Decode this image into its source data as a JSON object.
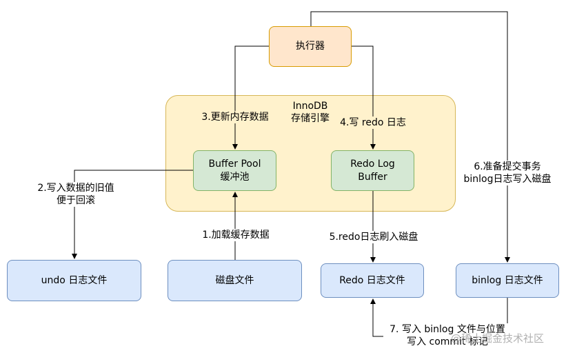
{
  "nodes": {
    "executor": "执行器",
    "innodb": "InnoDB\n存储引擎",
    "buffer_pool": "Buffer Pool\n缓冲池",
    "redo_log_buffer": "Redo Log\nBuffer",
    "undo_file": "undo 日志文件",
    "disk_file": "磁盘文件",
    "redo_file": "Redo 日志文件",
    "binlog_file": "binlog 日志文件"
  },
  "edges": {
    "e1": "1.加载缓存数据",
    "e2": "2.写入数据的旧值\n便于回滚",
    "e3": "3.更新内存数据",
    "e4": "4.写 redo 日志",
    "e5": "5.redo日志刷入磁盘",
    "e6": "6.准备提交事务\nbinlog日志写入磁盘",
    "e7": "7. 写入 binlog 文件与位置\n写入 commit 标记"
  },
  "watermark": "@稀土掘金技术社区",
  "colors": {
    "executor_fill": "#ffe6cc",
    "innodb_fill": "#fff2cc",
    "buffer_fill": "#d5e8d4",
    "file_fill": "#dae8fc"
  }
}
